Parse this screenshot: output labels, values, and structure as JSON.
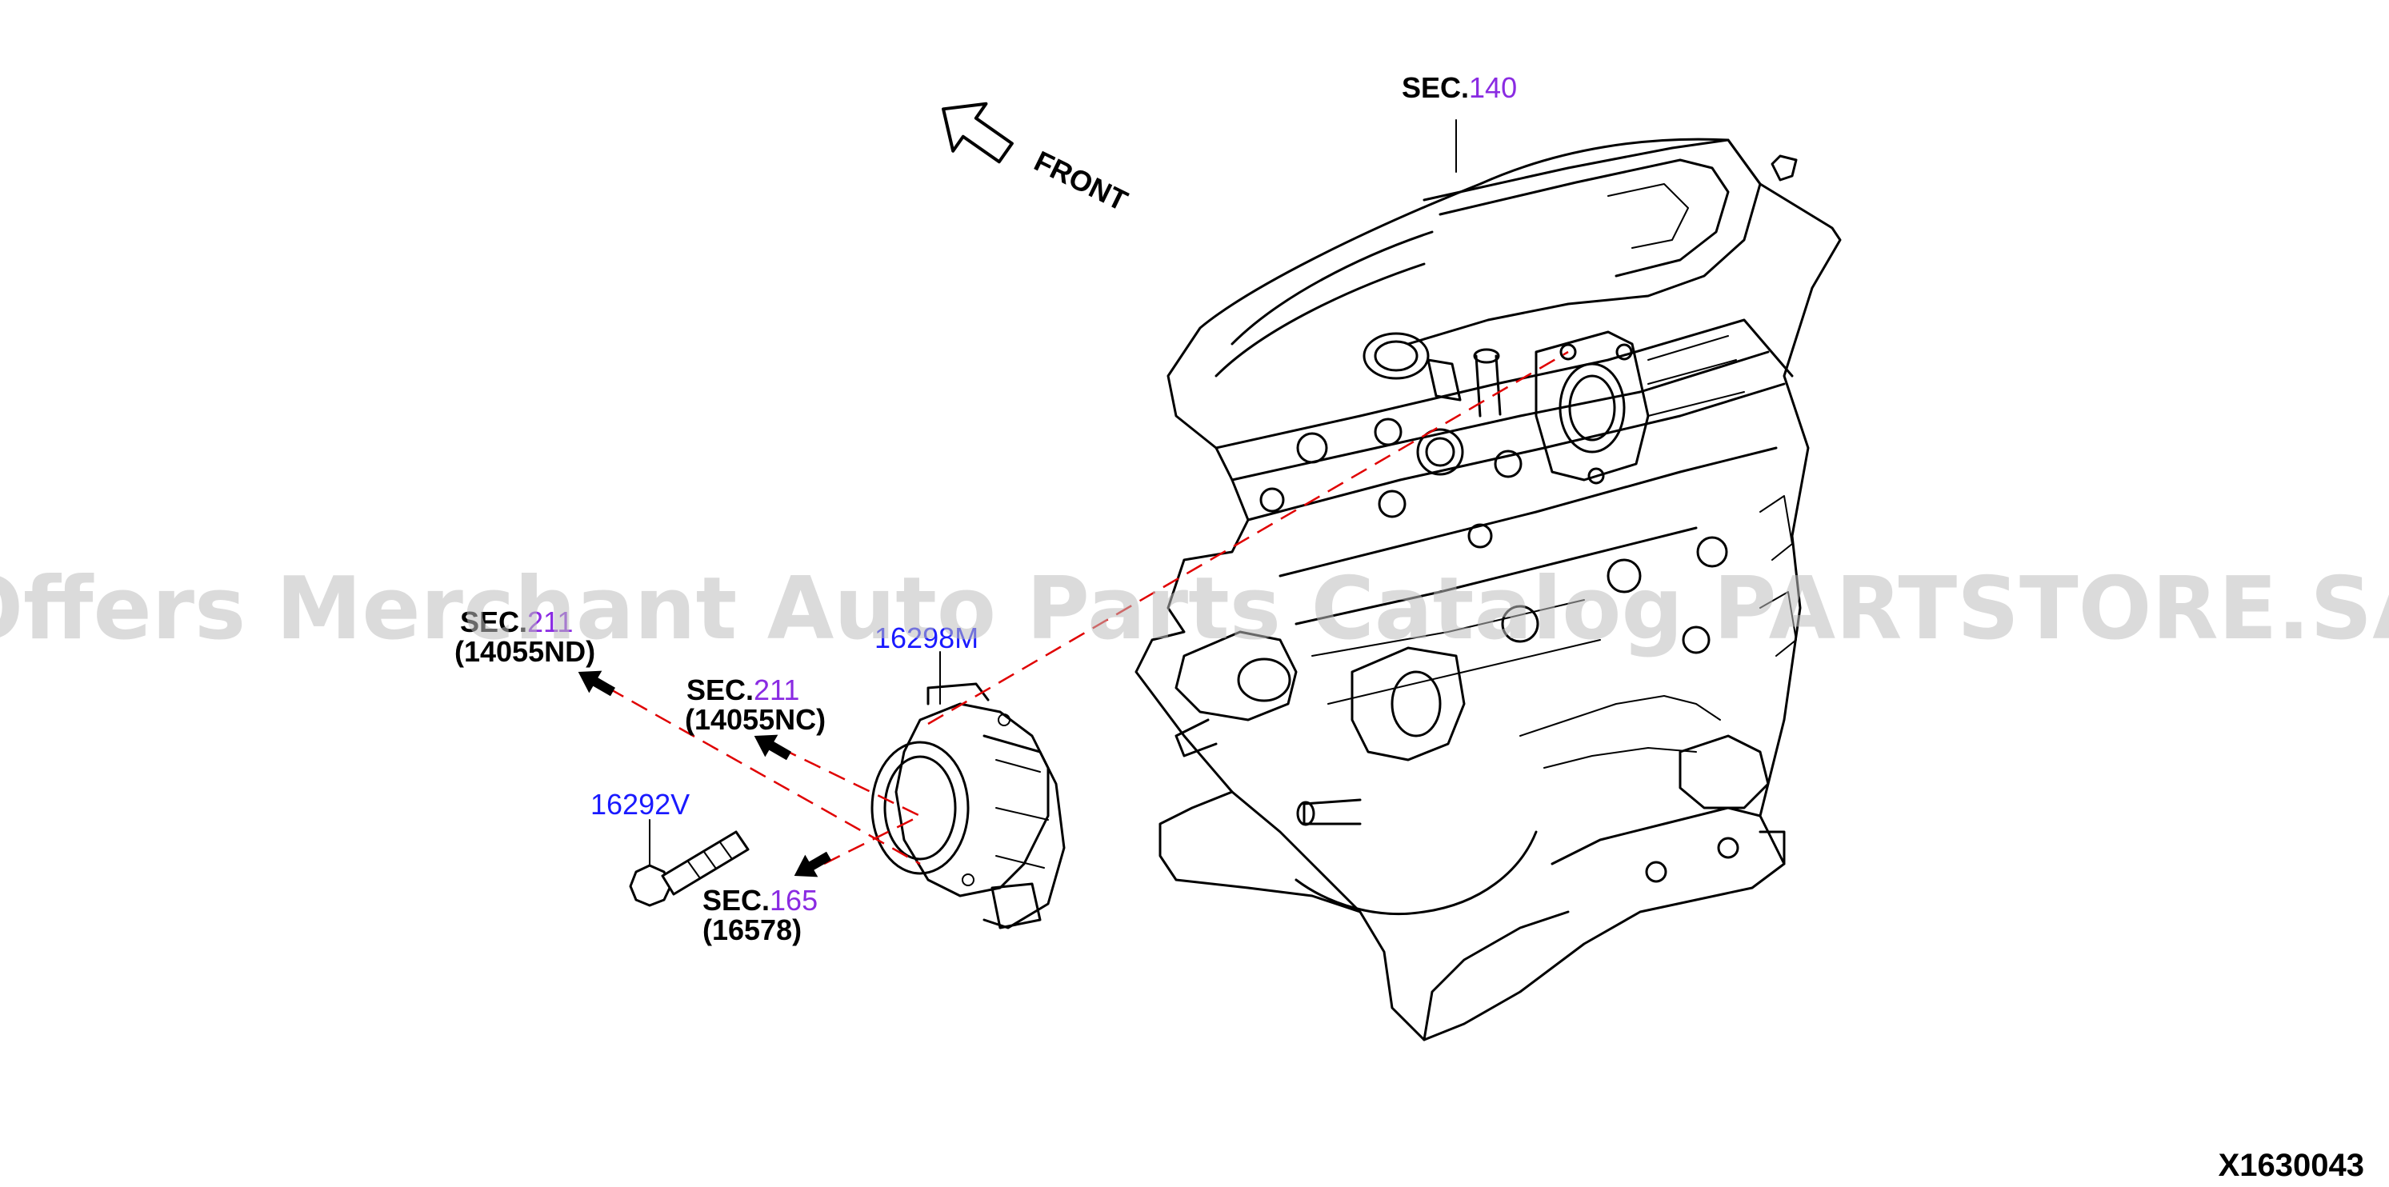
{
  "diagram_id": "X1630043",
  "watermark": "Offers Merchant Auto Parts Catalog PARTSTORE.SA",
  "orientation": {
    "label": "FRONT"
  },
  "colors": {
    "section_number": "#8a2be2",
    "part_number": "#1a1aff",
    "guide_line": "#e00000",
    "ink": "#000000"
  },
  "labels": {
    "sec140": {
      "prefix": "SEC.",
      "number": "140"
    },
    "sec211_nd": {
      "prefix": "SEC.",
      "number": "211",
      "part": "(14055ND)"
    },
    "sec211_nc": {
      "prefix": "SEC.",
      "number": "211",
      "part": "(14055NC)"
    },
    "sec165": {
      "prefix": "SEC.",
      "number": "165",
      "part": "(16578)"
    },
    "part_throttle_body": "16298M",
    "part_bolt": "16292V"
  },
  "icons": {
    "front_arrow": "outline-arrow-icon",
    "direction_arrow": "solid-arrow-icon"
  }
}
